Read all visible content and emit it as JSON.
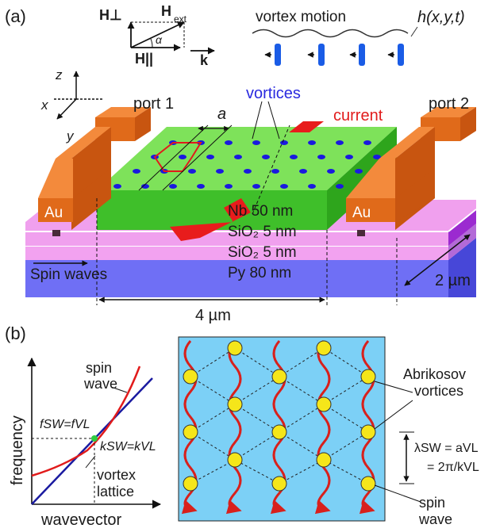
{
  "panel_a": {
    "tag": "(a)",
    "field_h_perp": "H⊥",
    "field_h_ext": "H",
    "field_h_ext_sub": "ext",
    "field_h_par": "H||",
    "alpha": "α",
    "k_vec": "k",
    "vortex_motion": "vortex motion",
    "h_field": "h(x,y,t)",
    "axis_z": "z",
    "axis_x": "x",
    "axis_y": "y",
    "port1": "port 1",
    "port2": "port 2",
    "vortices": "vortices",
    "current": "current",
    "lattice_a": "a",
    "au_left": "Au",
    "au_right": "Au",
    "layers": [
      "Nb 50 nm",
      "SiO₂ 5 nm",
      "SiO₂ 5 nm",
      "Py 80 nm"
    ],
    "spin_waves": "Spin waves",
    "width_label": "4 µm",
    "depth_label": "2 µm",
    "colors": {
      "nb": "#5ccf3c",
      "sio2": "#f2a2f0",
      "py": "#6f6ff5",
      "au": "#e06a1a",
      "vortex": "#1a1adf",
      "current": "#e81c1c"
    }
  },
  "panel_b": {
    "tag": "(b)",
    "ylabel": "frequency",
    "xlabel": "wavevector",
    "spin_wave": [
      "spin",
      "wave"
    ],
    "vortex_lattice": [
      "vortex",
      "lattice"
    ],
    "f_eq": "fSW=fVL",
    "k_eq": "kSW=kVL",
    "abrikosov": [
      "Abrikosov",
      "vortices"
    ],
    "lambda_eq": [
      "λSW = aVL",
      "= 2π/kVL"
    ],
    "spin_wave_right": [
      "spin",
      "wave"
    ],
    "colors": {
      "field": "#7cd0f6",
      "vortex": "#f5e61a",
      "wave": "#d8201c"
    }
  }
}
